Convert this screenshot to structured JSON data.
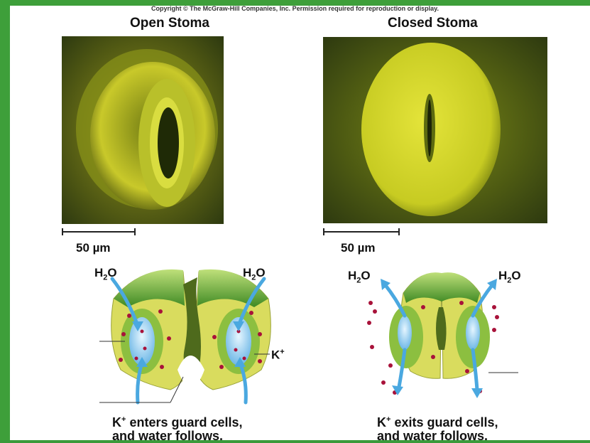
{
  "copyright": "Copyright © The McGraw-Hill Companies, Inc. Permission required for reproduction or display.",
  "open": {
    "title": "Open Stoma",
    "scale": "50 µm",
    "h2o_left": "H",
    "h2o_right": "H",
    "k_label": "K",
    "caption_line1_rest": " enters guard cells,",
    "caption_line2": "and water follows."
  },
  "closed": {
    "title": "Closed Stoma",
    "scale": "50 µm",
    "caption_line1_rest": " exits guard cells,",
    "caption_line2": "and water follows."
  },
  "colors": {
    "background": "#3e9f3a",
    "guard_cell": "#d8dc5a",
    "inner_cell": "#8fbf3f",
    "vacuole": "#9fd4f2",
    "arrow": "#4aa8e0",
    "ion": "#a8123a"
  }
}
